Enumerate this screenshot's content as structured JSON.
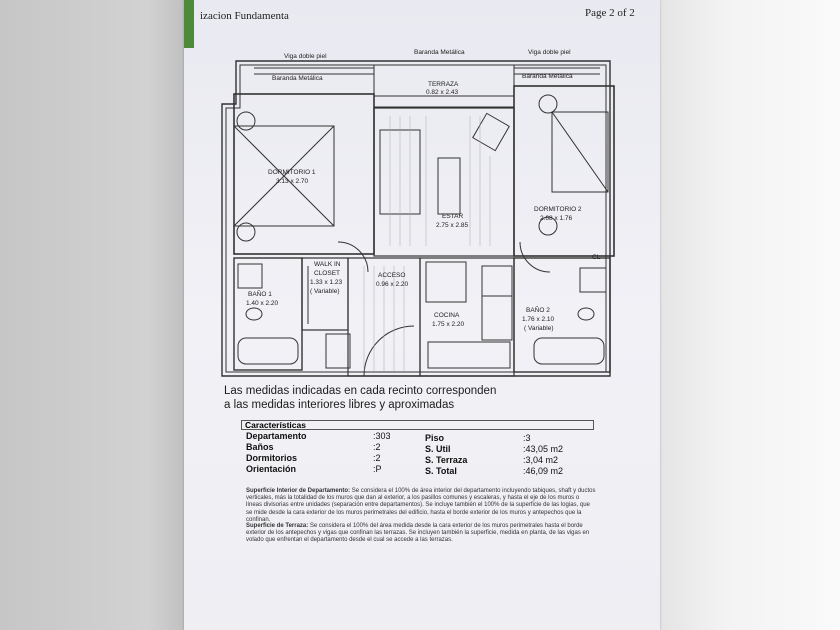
{
  "header": {
    "left_text": "izacion Fundamenta",
    "page_label": "Page 2 of 2"
  },
  "plan": {
    "viga_left": "Viga doble piel",
    "baranda_top": "Baranda Metálica",
    "viga_right": "Viga doble piel",
    "baranda_left": "Baranda Metálica",
    "baranda_right": "Baranda Metálica",
    "terraza_name": "TERRAZA",
    "terraza_dim": "0.82 x 2.43",
    "d1_name": "DORMITORIO 1",
    "d1_dim": "3.13 x 2.70",
    "estar_name": "ESTAR",
    "estar_dim": "2.75 x 2.85",
    "d2_name": "DORMITORIO 2",
    "d2_dim": "2.68 x 1.76",
    "cl": "CL",
    "bano1_name": "BAÑO 1",
    "bano1_dim": "1.40 x 2.20",
    "walk1": "WALK IN",
    "walk2": "CLOSET",
    "walk_dim": "1.33 x 1.23",
    "walk_var": "( Variable)",
    "acceso_name": "ACCESO",
    "acceso_dim": "0.96 x 2.20",
    "cocina_name": "COCINA",
    "cocina_dim": "1.75 x 2.20",
    "bano2_name": "BAÑO 2",
    "bano2_dim": "1.76 x 2.10",
    "bano2_var": "( Variable)"
  },
  "caption": {
    "line1": "Las medidas indicadas en cada recinto corresponden",
    "line2": "a las medidas interiores libres y aproximadas"
  },
  "specs": {
    "title": "Características",
    "left": [
      {
        "label": "Departamento",
        "value": ":303"
      },
      {
        "label": "Baños",
        "value": ":2"
      },
      {
        "label": "Dormitorios",
        "value": ":2"
      },
      {
        "label": "Orientación",
        "value": ":P"
      }
    ],
    "right": [
      {
        "label": "Piso",
        "value": ":3"
      },
      {
        "label": "S. Util",
        "value": ":43,05 m2"
      },
      {
        "label": "S. Terraza",
        "value": ":3,04 m2"
      },
      {
        "label": "S. Total",
        "value": ":46,09 m2"
      }
    ]
  },
  "notes": {
    "sup_int_title": "Superficie Interior de Departamento:",
    "sup_int_text": "Se considera el 100% de área interior del departamento incluyendo tabiques, shaft y ductos verticales, más la totalidad de los muros que dan al exterior, a los pasillos comunes y escaleras, y hasta el eje de los muros o líneas divisorias entre unidades (separación entre departamentos). Se incluye también el 100% de la superficie de las logias, que se mide desde la cara exterior de los muros perimetrales del edificio, hasta el borde exterior de los muros y antepechos que la confinan.",
    "sup_ter_title": "Superficie de Terraza:",
    "sup_ter_text": "Se considera el 100% del área medida desde la cara exterior de los muros perimetrales hasta el borde exterior de los antepechos y vigas que confinan las terrazas. Se incluyen también la superficie, medida en planta, de las vigas en volado que enfrentan el departamento desde el cual se accede a las terrazas."
  }
}
